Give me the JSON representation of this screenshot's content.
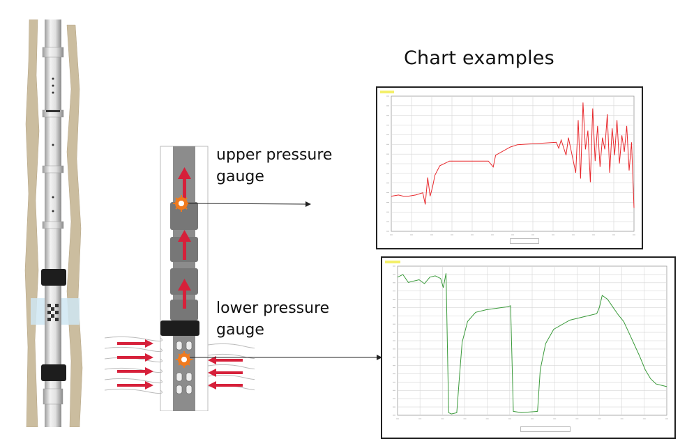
{
  "title": "Chart examples",
  "labels": {
    "upper": [
      "upper pressure",
      "gauge"
    ],
    "lower": [
      "lower pressure",
      "gauge"
    ]
  },
  "colors": {
    "chart1_line": "#e8282c",
    "chart2_line": "#3a9a3a",
    "grid": "#d6d6d6",
    "rock": "#c8b89a",
    "arrow": "#d6203a",
    "gauge": "#f07a1e",
    "packer": "#1d1d1d"
  },
  "chart_data": [
    {
      "type": "line",
      "title": "",
      "xlabel": "",
      "ylabel": "",
      "grid": true,
      "series": [
        {
          "values": [
            [
              0,
              3.0
            ],
            [
              3,
              3.1
            ],
            [
              5,
              3.0
            ],
            [
              7,
              3.0
            ],
            [
              10,
              3.1
            ],
            [
              13,
              3.3
            ],
            [
              14,
              2.3
            ],
            [
              15,
              4.6
            ],
            [
              16,
              3.0
            ],
            [
              17,
              3.8
            ],
            [
              18,
              4.8
            ],
            [
              20,
              5.6
            ],
            [
              24,
              6.0
            ],
            [
              40,
              6.0
            ],
            [
              42,
              5.5
            ],
            [
              43,
              6.5
            ],
            [
              49,
              7.2
            ],
            [
              52,
              7.4
            ],
            [
              68,
              7.6
            ],
            [
              69,
              7.1
            ],
            [
              70,
              7.8
            ],
            [
              72,
              6.5
            ],
            [
              73,
              8.0
            ],
            [
              76,
              5.0
            ],
            [
              77,
              9.5
            ],
            [
              78,
              4.5
            ],
            [
              79,
              11.0
            ],
            [
              80,
              7.0
            ],
            [
              81,
              8.6
            ],
            [
              82,
              4.2
            ],
            [
              83,
              10.5
            ],
            [
              84,
              6.0
            ],
            [
              85,
              9.0
            ],
            [
              86,
              5.5
            ],
            [
              87,
              8.0
            ],
            [
              88,
              7.0
            ],
            [
              89,
              10.0
            ],
            [
              90,
              5.0
            ],
            [
              91,
              8.8
            ],
            [
              92,
              6.5
            ],
            [
              93,
              9.5
            ],
            [
              94,
              5.8
            ],
            [
              95,
              8.2
            ],
            [
              96,
              6.8
            ],
            [
              97,
              9.0
            ],
            [
              98,
              5.2
            ],
            [
              99,
              7.6
            ],
            [
              100,
              2.0
            ]
          ]
        }
      ]
    },
    {
      "type": "line",
      "title": "",
      "xlabel": "",
      "ylabel": "",
      "grid": true,
      "series": [
        {
          "values": [
            [
              0,
              10.6
            ],
            [
              2,
              10.8
            ],
            [
              4,
              10.2
            ],
            [
              6,
              10.3
            ],
            [
              8,
              10.4
            ],
            [
              10,
              10.1
            ],
            [
              12,
              10.6
            ],
            [
              14,
              10.7
            ],
            [
              16,
              10.5
            ],
            [
              17,
              9.8
            ],
            [
              18,
              10.9
            ],
            [
              19,
              0.2
            ],
            [
              20,
              0.1
            ],
            [
              22,
              0.2
            ],
            [
              23,
              3.0
            ],
            [
              24,
              5.6
            ],
            [
              26,
              7.2
            ],
            [
              29,
              7.9
            ],
            [
              33,
              8.1
            ],
            [
              40,
              8.3
            ],
            [
              42,
              8.4
            ],
            [
              43,
              0.3
            ],
            [
              46,
              0.2
            ],
            [
              52,
              0.3
            ],
            [
              53,
              3.5
            ],
            [
              55,
              5.5
            ],
            [
              58,
              6.6
            ],
            [
              64,
              7.3
            ],
            [
              70,
              7.6
            ],
            [
              74,
              7.8
            ],
            [
              75,
              8.3
            ],
            [
              76,
              9.2
            ],
            [
              78,
              8.9
            ],
            [
              80,
              8.3
            ],
            [
              82,
              7.7
            ],
            [
              84,
              7.2
            ],
            [
              86,
              6.3
            ],
            [
              88,
              5.4
            ],
            [
              90,
              4.5
            ],
            [
              92,
              3.5
            ],
            [
              94,
              2.8
            ],
            [
              96,
              2.4
            ],
            [
              98,
              2.3
            ],
            [
              100,
              2.2
            ]
          ]
        }
      ]
    }
  ]
}
